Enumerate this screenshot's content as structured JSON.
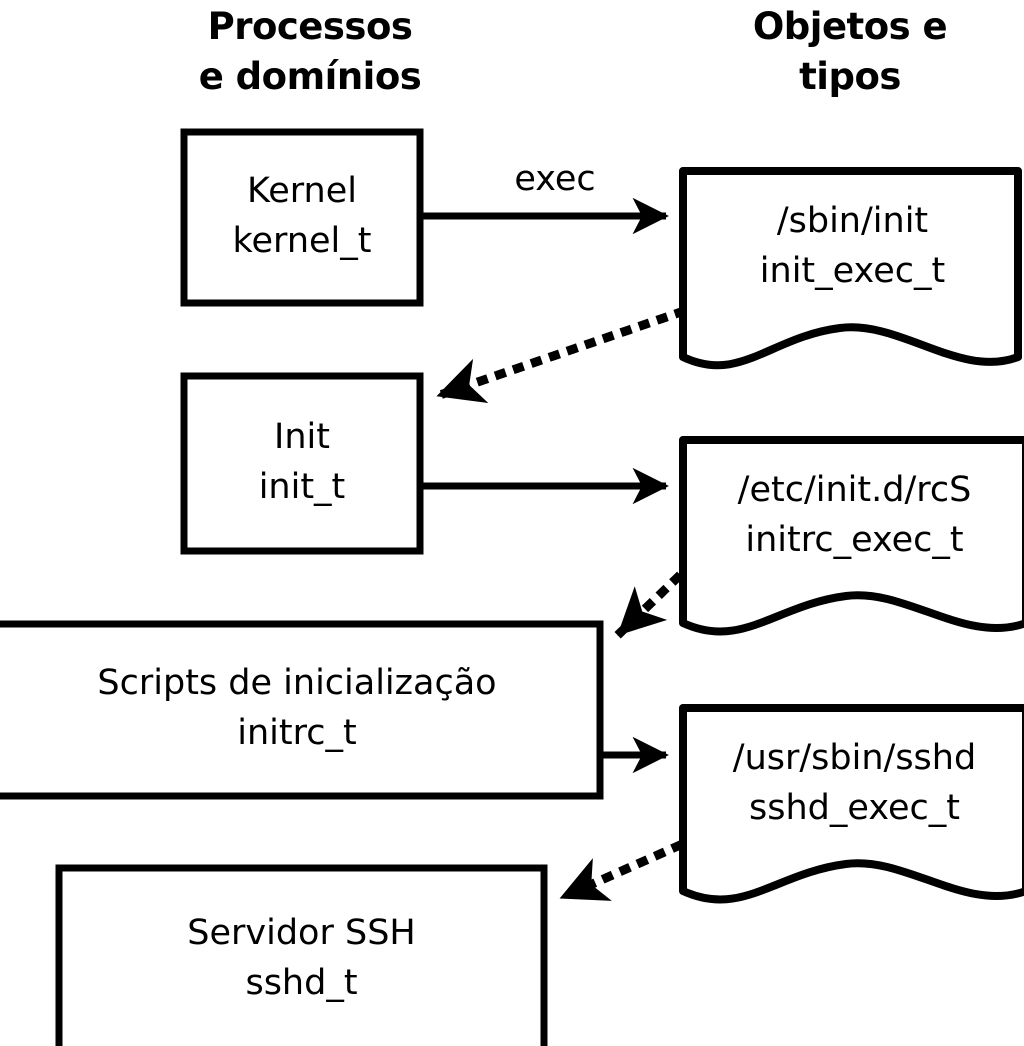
{
  "diagram": {
    "title_columns": [
      {
        "id": "processes",
        "text": "Processos\ne domínios"
      },
      {
        "id": "objects",
        "text": "Objetos e\ntipos"
      }
    ],
    "nodes": [
      {
        "id": "kernel",
        "shape": "rect",
        "column": "processes",
        "text": "Kernel\nkernel_t"
      },
      {
        "id": "init",
        "shape": "rect",
        "column": "processes",
        "text": "Init\ninit_t"
      },
      {
        "id": "initrc",
        "shape": "rect",
        "column": "processes",
        "text": "Scripts de inicialização\ninitrc_t"
      },
      {
        "id": "sshd",
        "shape": "rect",
        "column": "processes",
        "text": "Servidor SSH\nsshd_t"
      },
      {
        "id": "init_exec",
        "shape": "document",
        "column": "objects",
        "text": "/sbin/init\ninit_exec_t"
      },
      {
        "id": "initrc_exec",
        "shape": "document",
        "column": "objects",
        "text": "/etc/init.d/rcS\ninitrc_exec_t"
      },
      {
        "id": "sshd_exec",
        "shape": "document",
        "column": "objects",
        "text": "/usr/sbin/sshd\nsshd_exec_t"
      }
    ],
    "edges": [
      {
        "id": "kernel-to-init_exec",
        "from": "kernel",
        "to": "init_exec",
        "style": "solid",
        "label": "exec"
      },
      {
        "id": "init_exec-to-init",
        "from": "init_exec",
        "to": "init",
        "style": "dotted",
        "label": ""
      },
      {
        "id": "init-to-initrc_exec",
        "from": "init",
        "to": "initrc_exec",
        "style": "solid",
        "label": ""
      },
      {
        "id": "initrc_exec-to-initrc",
        "from": "initrc_exec",
        "to": "initrc",
        "style": "dotted",
        "label": ""
      },
      {
        "id": "initrc-to-sshd_exec",
        "from": "initrc",
        "to": "sshd_exec",
        "style": "solid",
        "label": ""
      },
      {
        "id": "sshd_exec-to-sshd",
        "from": "sshd_exec",
        "to": "sshd",
        "style": "dotted",
        "label": ""
      }
    ],
    "colors": {
      "stroke": "#000000",
      "fill": "#ffffff",
      "text": "#000000"
    }
  }
}
